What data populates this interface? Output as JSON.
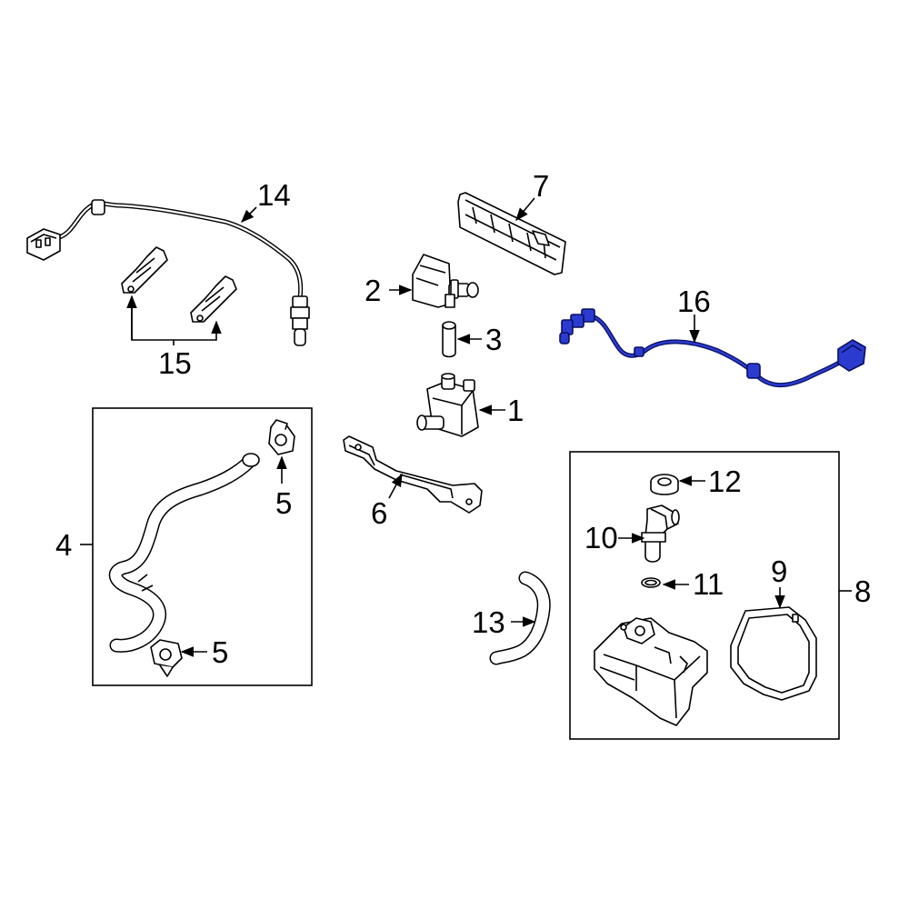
{
  "callouts": {
    "c1": "1",
    "c2": "2",
    "c3": "3",
    "c4": "4",
    "c5a": "5",
    "c5b": "5",
    "c6": "6",
    "c7": "7",
    "c8": "8",
    "c9": "9",
    "c10": "10",
    "c11": "11",
    "c12": "12",
    "c13": "13",
    "c14": "14",
    "c15": "15",
    "c16": "16"
  },
  "colors": {
    "highlight_part": "#2b3bd0",
    "highlight_outline": "#0a1060",
    "line": "#000000",
    "background": "#ffffff"
  }
}
